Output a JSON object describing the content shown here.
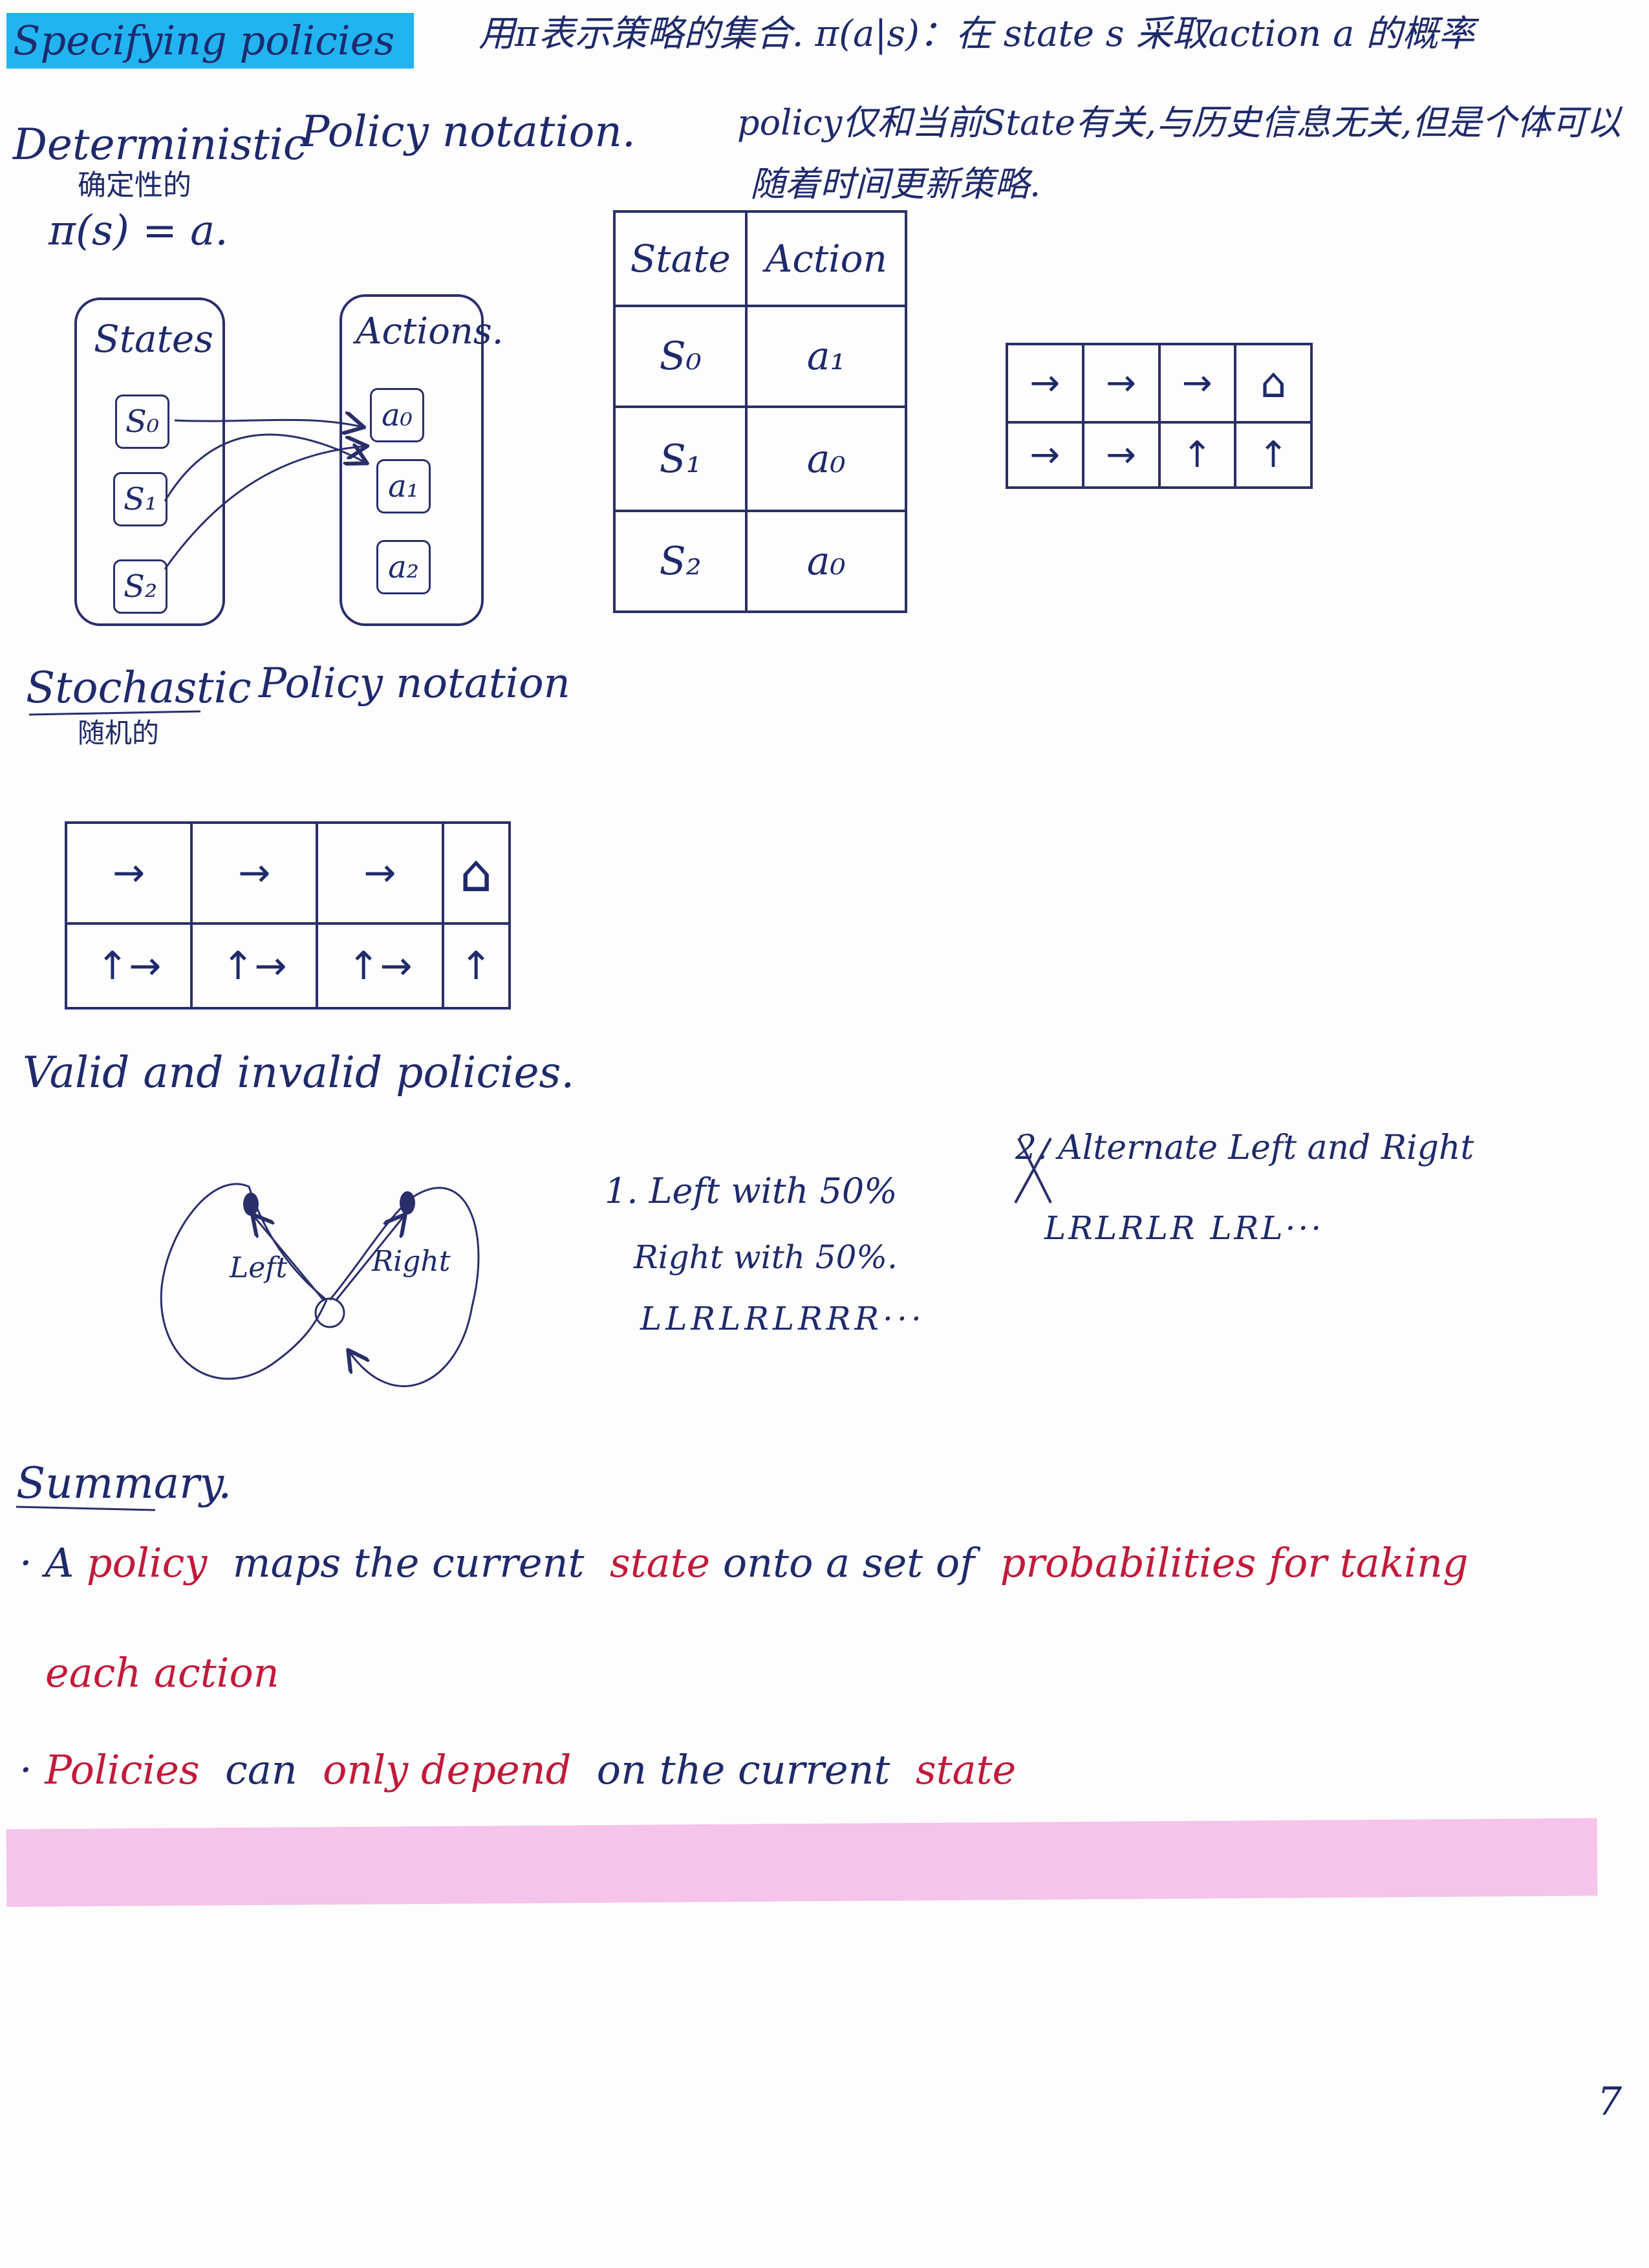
{
  "title": "Specifying policies",
  "header_note": "用π表示策略的集合. π(a|s)：在 state s 采取action a 的概率",
  "deterministic": {
    "heading": "Deterministic",
    "heading_cn": "确定性的",
    "heading_tail": "Policy notation.",
    "formula": "π(s) = a.",
    "note_line1": "policy仅和当前State有关,与历史信息无关,但是个体可以",
    "note_line2": "随着时间更新策略.",
    "states_label": "States",
    "actions_label": "Actions.",
    "states": [
      "S₀",
      "S₁",
      "S₂"
    ],
    "actions": [
      "a₀",
      "a₁",
      "a₂"
    ],
    "table_header": [
      "State",
      "Action"
    ],
    "table_rows": [
      [
        "S₀",
        "a₁"
      ],
      [
        "S₁",
        "a₀"
      ],
      [
        "S₂",
        "a₀"
      ]
    ],
    "grid": [
      [
        "→",
        "→",
        "→",
        "⌂"
      ],
      [
        "→",
        "→",
        "↑",
        "↑"
      ]
    ]
  },
  "stochastic": {
    "heading": "Stochastic",
    "heading_cn": "随机的",
    "heading_tail": "Policy notation",
    "grid": [
      [
        "→",
        "→",
        "→",
        "⌂"
      ],
      [
        "↑→",
        "↑→",
        "↑→",
        "↑"
      ]
    ]
  },
  "valid": {
    "heading": "Valid and invalid policies.",
    "left_label": "Left",
    "right_label": "Right",
    "policy1_line1": "1. Left with 50%",
    "policy1_line2": "Right with 50%.",
    "policy1_line3": "LLRLRLRRR···",
    "policy2_line1": "2. Alternate Left and Right",
    "policy2_line2": "LRLRLR LRL···"
  },
  "summary": {
    "heading": "Summary.",
    "b1_p1": "A",
    "b1_p2": "policy",
    "b1_p3": "maps the current",
    "b1_p4": "state",
    "b1_p5": "onto a set of",
    "b1_p6": "probabilities for taking",
    "b1_p7": "each action",
    "b2_p1": "Policies",
    "b2_p2": "can",
    "b2_p3": "only depend",
    "b2_p4": "on the current",
    "b2_p5": "state"
  },
  "page_number": "7",
  "colors": {
    "ink": "#1e2870",
    "red": "#c21a3a",
    "highlight_blue": "#22b4f0",
    "highlight_pink": "#f4b8e6"
  }
}
